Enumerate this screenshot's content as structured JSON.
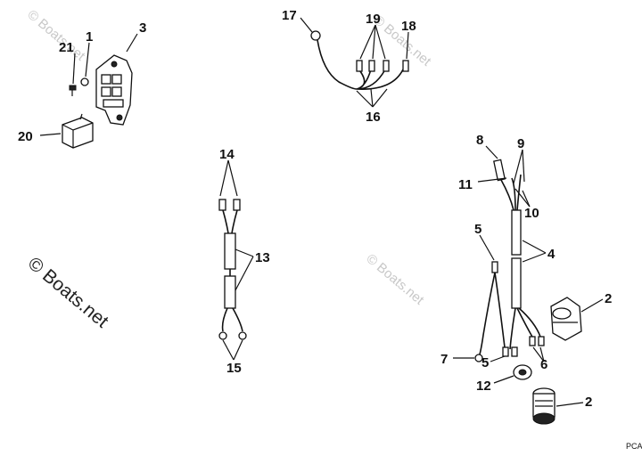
{
  "callouts": {
    "c1": "1",
    "c2a": "2",
    "c2b": "2",
    "c3": "3",
    "c4": "4",
    "c5a": "5",
    "c5b": "5",
    "c6": "6",
    "c7": "7",
    "c8": "8",
    "c9": "9",
    "c10": "10",
    "c11": "11",
    "c12": "12",
    "c13": "13",
    "c14": "14",
    "c15": "15",
    "c16": "16",
    "c17": "17",
    "c18": "18",
    "c19": "19",
    "c20": "20",
    "c21": "21"
  },
  "watermarks": {
    "main": "© Boats.net",
    "top_left": "© Boats.net",
    "top_mid": "© Boats.net",
    "mid_right": "© Boats.net"
  },
  "diagram_code": "PCA"
}
